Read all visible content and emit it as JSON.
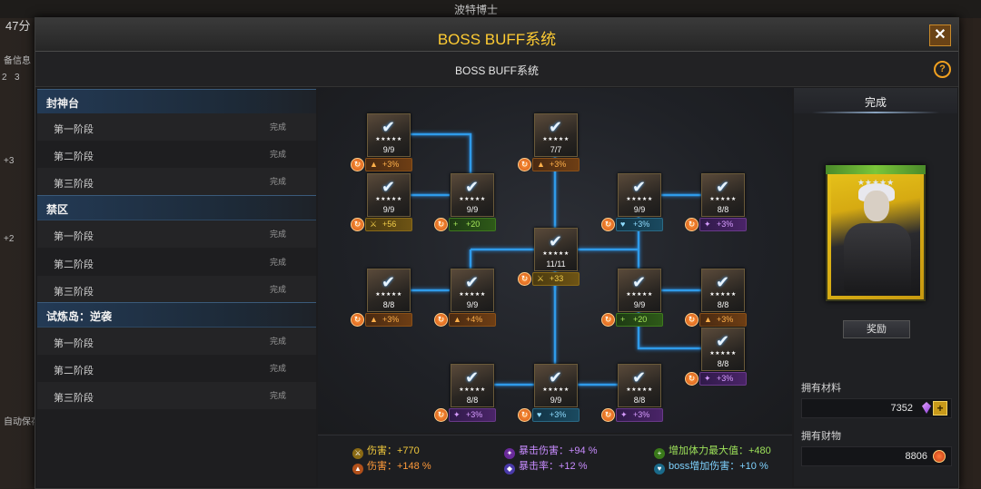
{
  "background": {
    "top_center": "波特博士",
    "left_top": "47分",
    "left_labels": [
      "备信息",
      "2",
      "3",
      "+3",
      "+2",
      "自动保存"
    ]
  },
  "window": {
    "title": "BOSS BUFF系统",
    "close_icon": "✕"
  },
  "subheader": {
    "title": "BOSS BUFF系统",
    "help_icon": "?"
  },
  "sidebar": {
    "sections": [
      {
        "name": "封神台",
        "stages": [
          {
            "label": "第一阶段",
            "status": "完成"
          },
          {
            "label": "第二阶段",
            "status": "完成"
          },
          {
            "label": "第三阶段",
            "status": "完成"
          }
        ]
      },
      {
        "name": "禁区",
        "stages": [
          {
            "label": "第一阶段",
            "status": "完成"
          },
          {
            "label": "第二阶段",
            "status": "完成"
          },
          {
            "label": "第三阶段",
            "status": "完成"
          }
        ]
      },
      {
        "name": "试炼岛：逆袭",
        "stages": [
          {
            "label": "第一阶段",
            "status": "完成"
          },
          {
            "label": "第二阶段",
            "status": "完成"
          },
          {
            "label": "第三阶段",
            "status": "完成"
          }
        ]
      }
    ]
  },
  "tree": {
    "nodes": [
      {
        "count": "9/9",
        "buff": "+3%",
        "color": "orange"
      },
      {
        "count": "7/7",
        "buff": "+3%",
        "color": "orange"
      },
      {
        "count": "9/9",
        "buff": "+56",
        "color": "yellow"
      },
      {
        "count": "9/9",
        "buff": "+20",
        "color": "green"
      },
      {
        "count": "9/9",
        "buff": "+3%",
        "color": "blue"
      },
      {
        "count": "8/8",
        "buff": "+3%",
        "color": "purple"
      },
      {
        "count": "11/11",
        "buff": "+33",
        "color": "yellow"
      },
      {
        "count": "8/8",
        "buff": "+3%",
        "color": "orange"
      },
      {
        "count": "9/9",
        "buff": "+4%",
        "color": "orange"
      },
      {
        "count": "9/9",
        "buff": "+20",
        "color": "green"
      },
      {
        "count": "8/8",
        "buff": "+3%",
        "color": "orange"
      },
      {
        "count": "8/8",
        "buff": "+3%",
        "color": "purple"
      },
      {
        "count": "8/8",
        "buff": "+3%",
        "color": "purple"
      },
      {
        "count": "9/9",
        "buff": "+3%",
        "color": "blue"
      },
      {
        "count": "8/8",
        "buff": "+3%",
        "color": "purple"
      }
    ]
  },
  "stats": [
    {
      "label": "伤害：+770",
      "color": "yellow"
    },
    {
      "label": "暴击伤害：+94 %",
      "color": "purple"
    },
    {
      "label": "增加体力最大值：+480",
      "color": "green"
    },
    {
      "label": "伤害：+148 %",
      "color": "orange"
    },
    {
      "label": "暴击率：+12 %",
      "color": "purple"
    },
    {
      "label": "boss增加伤害：+10 %",
      "color": "blue"
    }
  ],
  "right_panel": {
    "header": "完成",
    "reward_button": "奖励",
    "materials_label": "拥有材料",
    "materials_value": "7352",
    "wealth_label": "拥有财物",
    "wealth_value": "8806"
  }
}
